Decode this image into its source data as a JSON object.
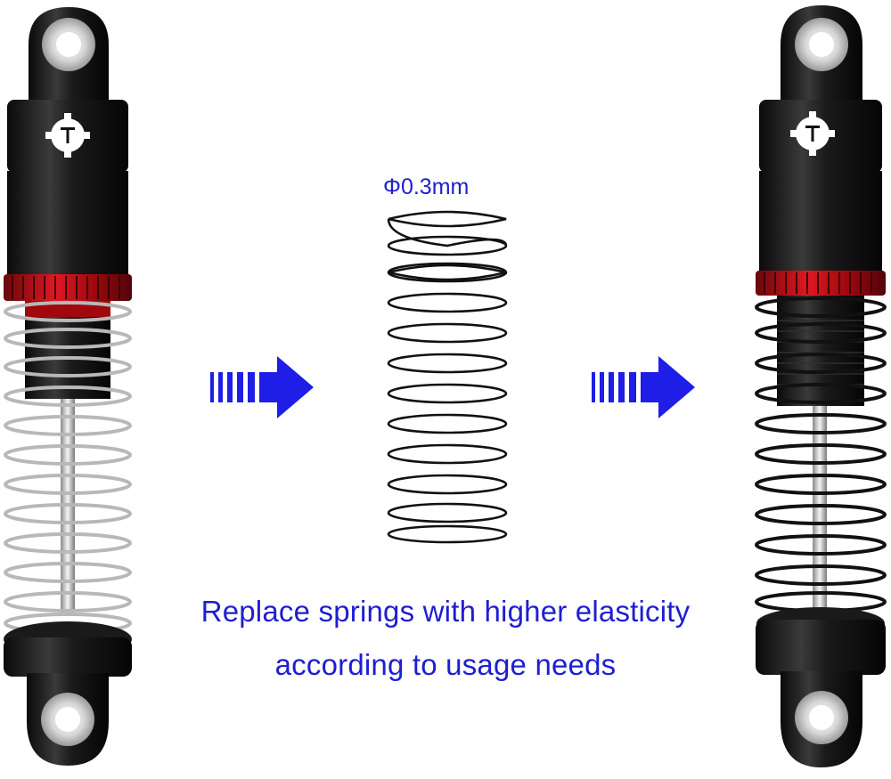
{
  "spring_label": "Φ0.3mm",
  "caption_line1": "Replace springs with higher elasticity",
  "caption_line2": "according to usage needs",
  "colors": {
    "text_blue": "#1e1ed2",
    "arrow_blue": "#1e1ee6",
    "shock_body": "#111111",
    "collar_red": "#c8141e",
    "silver": "#c8c8c8"
  }
}
